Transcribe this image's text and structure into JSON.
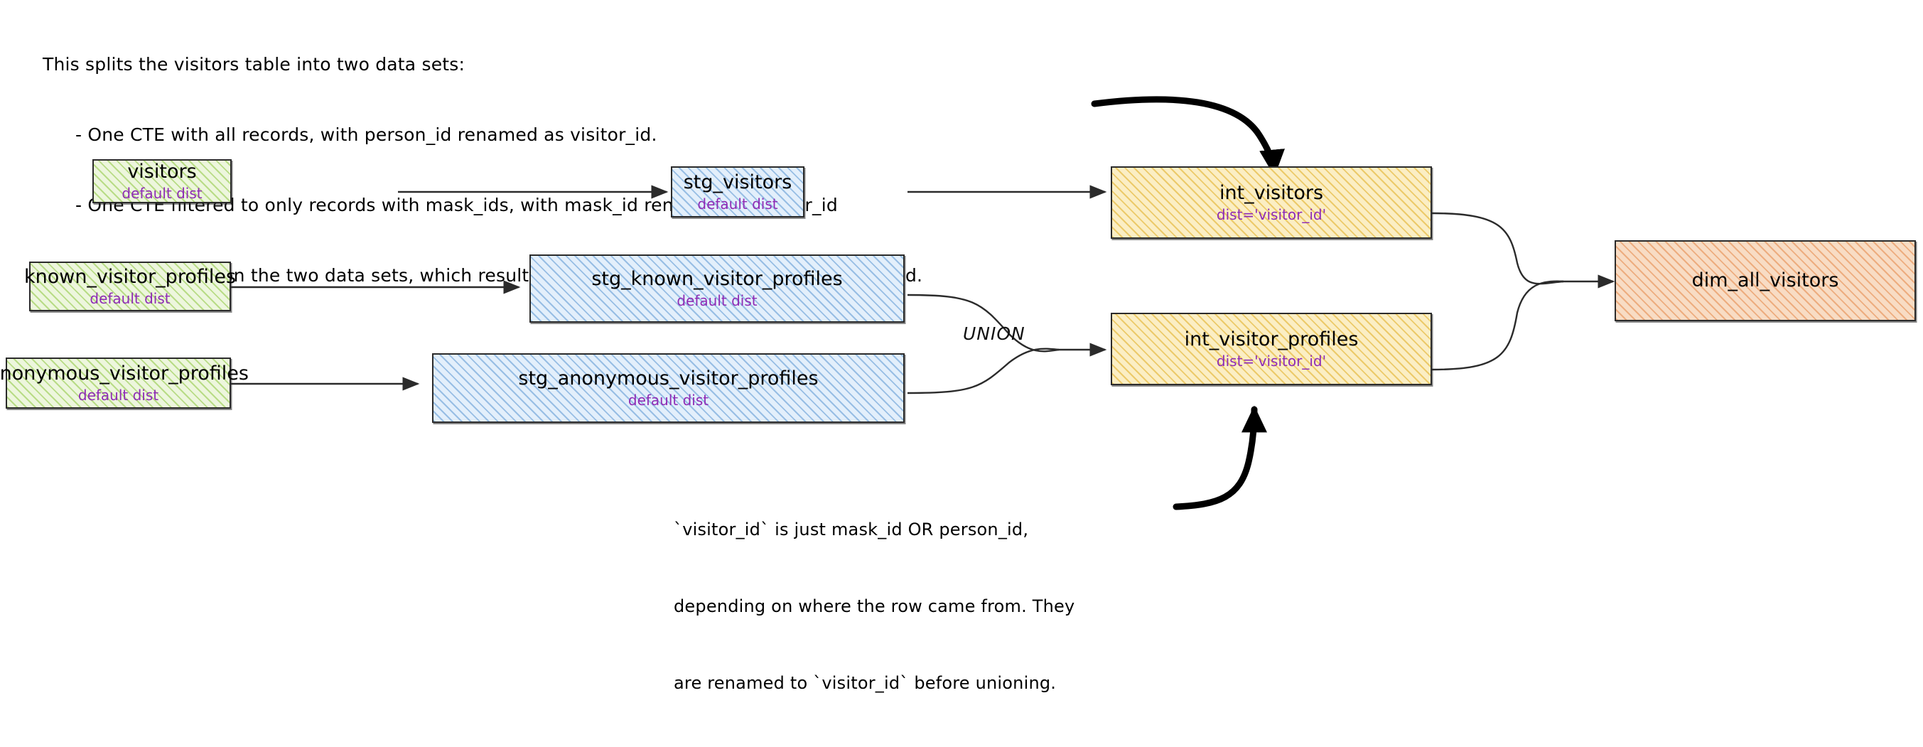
{
  "header_note": {
    "lead": "This splits the visitors table into two data sets:",
    "bullets": [
      "- One CTE with all records, with person_id renamed as visitor_id.",
      "- One CTE filtered to only records with mask_ids, with mask_id renamed as visitor_id",
      "- One CTE to union the two data sets, which results in a grain of one row per profile collected."
    ]
  },
  "bottom_note": {
    "lines": [
      "`visitor_id` is just mask_id OR person_id,",
      "depending on where the row came from. They",
      "are renamed to `visitor_id` before unioning."
    ]
  },
  "edge_labels": {
    "union": "UNION"
  },
  "colors": {
    "source_green": "#8dc63f",
    "staging_blue": "#5a96d2",
    "intermediate_yellow": "#e2b22d",
    "mart_orange": "#e48646",
    "dist_text_purple": "#8e2bb5",
    "stroke": "#2b2b2b"
  },
  "nodes": {
    "visitors": {
      "title": "visitors",
      "sub": "default dist"
    },
    "known_visitor_profiles": {
      "title": "known_visitor_profiles",
      "sub": "default dist"
    },
    "anonymous_visitor_profiles": {
      "title": "anonymous_visitor_profiles",
      "sub": "default dist"
    },
    "stg_visitors": {
      "title": "stg_visitors",
      "sub": "default dist"
    },
    "stg_known_visitor_profiles": {
      "title": "stg_known_visitor_profiles",
      "sub": "default dist"
    },
    "stg_anonymous_visitor_profiles": {
      "title": "stg_anonymous_visitor_profiles",
      "sub": "default dist"
    },
    "int_visitors": {
      "title": "int_visitors",
      "sub": "dist='visitor_id'"
    },
    "int_visitor_profiles": {
      "title": "int_visitor_profiles",
      "sub": "dist='visitor_id'"
    },
    "dim_all_visitors": {
      "title": "dim_all_visitors",
      "sub": ""
    }
  }
}
